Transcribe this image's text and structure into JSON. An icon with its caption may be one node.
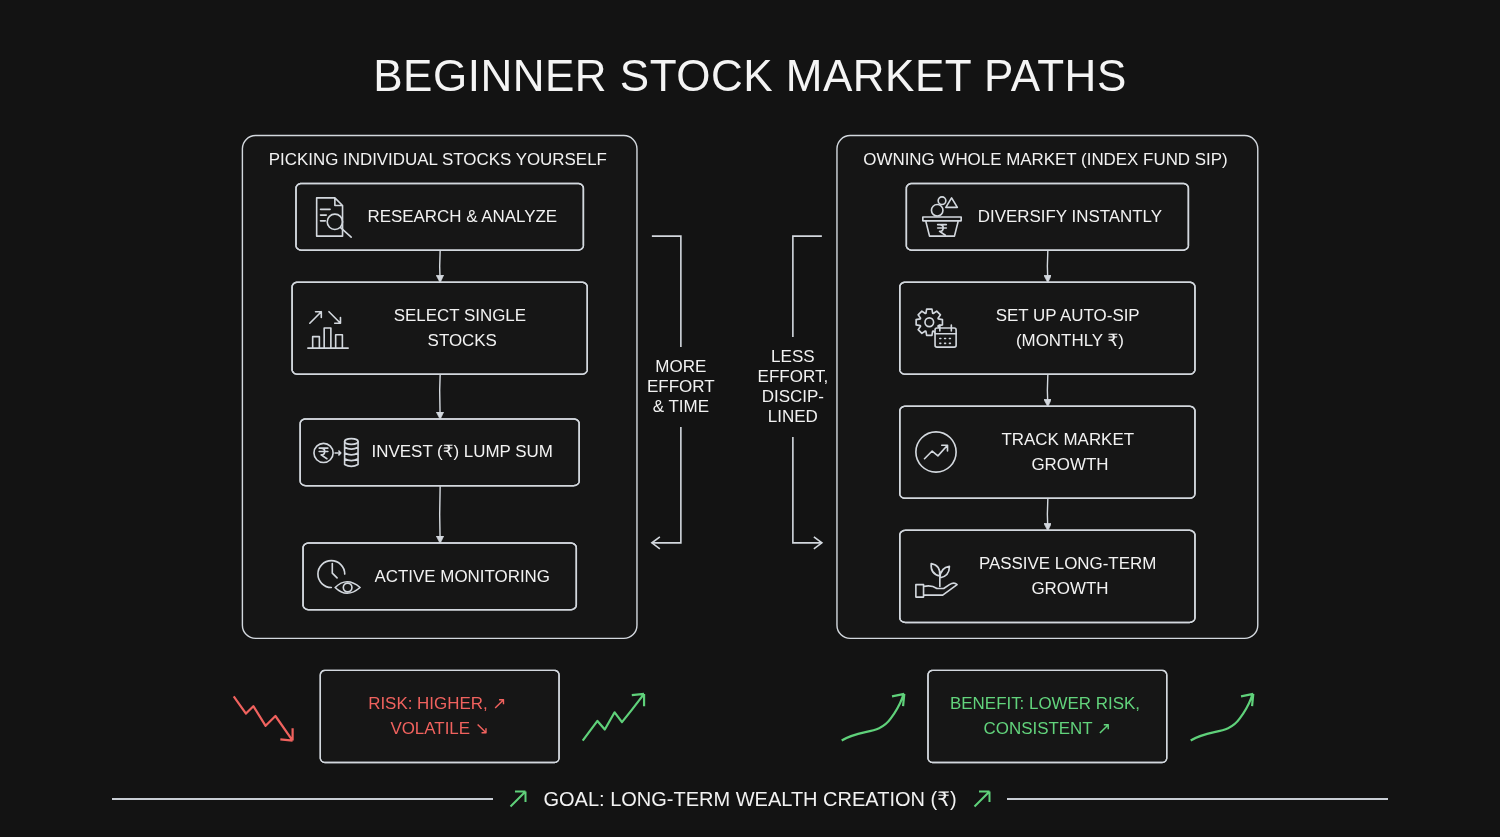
{
  "diagram": {
    "title": "BEGINNER STOCK MARKET PATHS",
    "nodes": [
      {
        "text": [
          "PICKING INDIVIDUAL STOCKS YOURSELF"
        ]
      },
      {
        "text": [
          "RESEARCH & ANALYZE"
        ],
        "in": 0
      },
      {
        "text": [
          "SELECT SINGLE STOCKS"
        ],
        "in": 0
      },
      {
        "text": [
          "INVEST (₹) LUMP SUM"
        ],
        "in": 0
      },
      {
        "text": [
          "ACTIVE MONITORING"
        ],
        "in": 0
      },
      {
        "text": [
          "OWNING WHOLE MARKET (INDEX FUND SIP)"
        ]
      },
      {
        "text": [
          "DIVERSIFY INSTANTLY"
        ],
        "in": 5
      },
      {
        "text": [
          "SET UP AUTO-SIP (MONTHLY ₹)"
        ],
        "in": 5
      },
      {
        "text": [
          "TRACK MARKET GROWTH"
        ],
        "in": 5
      },
      {
        "text": [
          "PASSIVE LONG-TERM GROWTH"
        ],
        "in": 5
      },
      {
        "text": [
          "RISK: HIGHER, ↗ VOLATILE ↘"
        ]
      },
      {
        "text": [
          "BENEFIT: LOWER RISK, CONSISTENT ↗"
        ]
      }
    ],
    "edges": [
      {
        "from": 1,
        "to": 2,
        "arrow": "to"
      },
      {
        "from": 2,
        "to": 3,
        "arrow": "to"
      },
      {
        "from": 3,
        "to": 4,
        "arrow": "to"
      },
      {
        "from": 6,
        "to": 7,
        "arrow": "to"
      },
      {
        "from": 7,
        "to": 8,
        "arrow": "to"
      },
      {
        "from": 8,
        "to": 9,
        "arrow": "to"
      }
    ],
    "labels": [
      "MORE EFFORT & TIME",
      "LESS EFFORT, DISCIP- LINED",
      "GOAL: LONG-TERM WEALTH CREATION (₹)"
    ]
  }
}
